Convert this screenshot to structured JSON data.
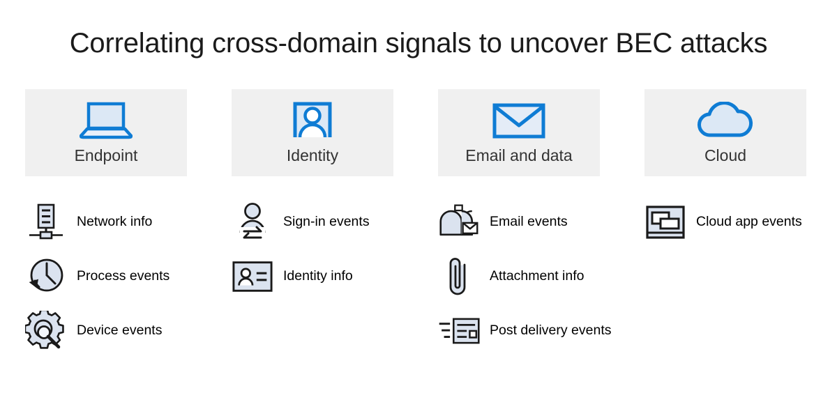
{
  "title": "Correlating cross-domain signals to uncover BEC attacks",
  "colors": {
    "background": "#ffffff",
    "card_background": "#f0f0f0",
    "accent_blue": "#0f7cd4",
    "accent_blue_fill": "#dce8f5",
    "icon_outline": "#1a1a1a",
    "icon_fill": "#dbe3ef",
    "title_text": "#1b1b1b",
    "card_label_text": "#333333",
    "signal_label_text": "#000000"
  },
  "columns": [
    {
      "card": {
        "label": "Endpoint",
        "icon": "laptop-icon"
      },
      "signals": [
        {
          "label": "Network info",
          "icon": "network-server-icon"
        },
        {
          "label": "Process events",
          "icon": "clock-history-icon"
        },
        {
          "label": "Device events",
          "icon": "gear-magnifier-icon"
        }
      ]
    },
    {
      "card": {
        "label": "Identity",
        "icon": "person-badge-icon"
      },
      "signals": [
        {
          "label": "Sign-in events",
          "icon": "person-exchange-icon"
        },
        {
          "label": "Identity info",
          "icon": "id-card-icon"
        }
      ]
    },
    {
      "card": {
        "label": "Email and data",
        "icon": "envelope-icon"
      },
      "signals": [
        {
          "label": "Email events",
          "icon": "mailbox-icon"
        },
        {
          "label": "Attachment info",
          "icon": "paperclip-icon"
        },
        {
          "label": "Post delivery events",
          "icon": "envelope-speed-icon"
        }
      ]
    },
    {
      "card": {
        "label": "Cloud",
        "icon": "cloud-icon"
      },
      "signals": [
        {
          "label": "Cloud app events",
          "icon": "app-window-icon"
        }
      ]
    }
  ]
}
